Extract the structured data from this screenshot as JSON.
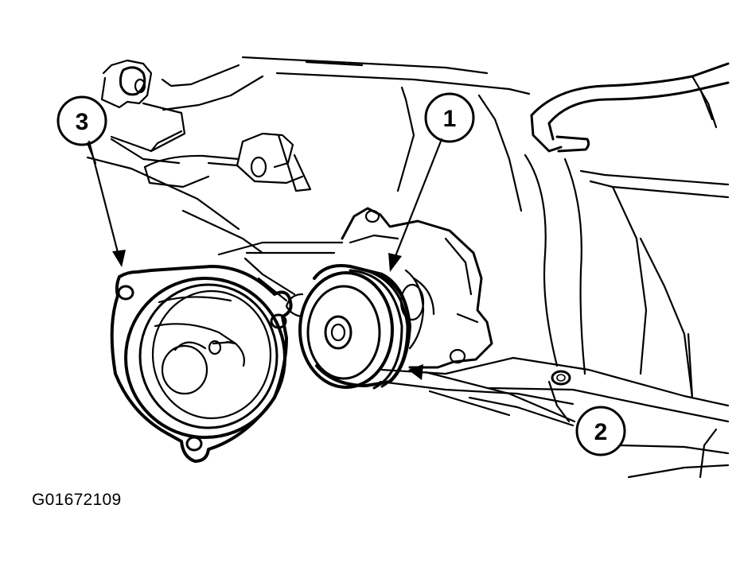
{
  "figure": {
    "code": "G01672109"
  },
  "callouts": [
    {
      "id": "1",
      "label": "1"
    },
    {
      "id": "2",
      "label": "2"
    },
    {
      "id": "3",
      "label": "3"
    }
  ],
  "colors": {
    "ink": "#000000",
    "paper": "#ffffff"
  }
}
